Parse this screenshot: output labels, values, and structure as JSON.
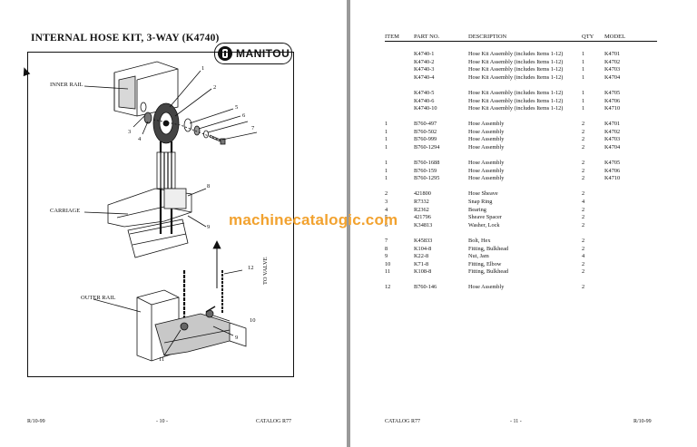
{
  "left_page": {
    "title": "INTERNAL HOSE KIT, 3-WAY (K4740)",
    "logo_text": "MANITOU",
    "labels": {
      "inner_rail": "INNER RAIL",
      "carriage": "CARRIAGE",
      "outer_rail": "OUTER RAIL",
      "to_valve": "TO VALVE"
    },
    "callouts": [
      "1",
      "2",
      "3",
      "4",
      "5",
      "6",
      "7",
      "8",
      "9",
      "12",
      "10",
      "9",
      "11"
    ],
    "footer": {
      "left": "R/10-99",
      "center": "- 10 -",
      "right": "CATALOG R77"
    }
  },
  "right_page": {
    "headers": {
      "item": "ITEM",
      "part_no": "PART NO.",
      "description": "DESCRIPTION",
      "qty": "QTY",
      "model": "MODEL"
    },
    "rows": [
      {
        "item": "",
        "part": "K4740-1",
        "desc": "Hose Kit Assembly (includes Items 1-12)",
        "qty": "1",
        "model": "K4701"
      },
      {
        "item": "",
        "part": "K4740-2",
        "desc": "Hose Kit Assembly (includes Items 1-12)",
        "qty": "1",
        "model": "K4702"
      },
      {
        "item": "",
        "part": "K4740-3",
        "desc": "Hose Kit Assembly (includes Items 1-12)",
        "qty": "1",
        "model": "K4703"
      },
      {
        "item": "",
        "part": "K4740-4",
        "desc": "Hose Kit Assembly (includes Items 1-12)",
        "qty": "1",
        "model": "K4704"
      },
      {
        "item": "",
        "part": "K4740-5",
        "desc": "Hose Kit Assembly (includes Items 1-12)",
        "qty": "1",
        "model": "K4705"
      },
      {
        "item": "",
        "part": "K4740-6",
        "desc": "Hose Kit Assembly (includes Items 1-12)",
        "qty": "1",
        "model": "K4706"
      },
      {
        "item": "",
        "part": "K4740-10",
        "desc": "Hose Kit Assembly (includes Items 1-12)",
        "qty": "1",
        "model": "K4710"
      },
      {
        "item": "1",
        "part": "B760-497",
        "desc": "Hose Assembly",
        "qty": "2",
        "model": "K4701"
      },
      {
        "item": "1",
        "part": "B760-502",
        "desc": "Hose Assembly",
        "qty": "2",
        "model": "K4702"
      },
      {
        "item": "1",
        "part": "B760-999",
        "desc": "Hose Assembly",
        "qty": "2",
        "model": "K4703"
      },
      {
        "item": "1",
        "part": "B760-1294",
        "desc": "Hose Assembly",
        "qty": "2",
        "model": "K4704"
      },
      {
        "item": "1",
        "part": "B760-1688",
        "desc": "Hose Assembly",
        "qty": "2",
        "model": "K4705"
      },
      {
        "item": "1",
        "part": "B760-159",
        "desc": "Hose Assembly",
        "qty": "2",
        "model": "K4706"
      },
      {
        "item": "1",
        "part": "B760-1295",
        "desc": "Hose Assembly",
        "qty": "2",
        "model": "K4710"
      },
      {
        "item": "2",
        "part": "421800",
        "desc": "Hose Sheave",
        "qty": "2",
        "model": ""
      },
      {
        "item": "3",
        "part": "R7332",
        "desc": "Snap Ring",
        "qty": "4",
        "model": ""
      },
      {
        "item": "4",
        "part": "R2362",
        "desc": "Bearing",
        "qty": "2",
        "model": ""
      },
      {
        "item": "5",
        "part": "421796",
        "desc": "Sheave Spacer",
        "qty": "2",
        "model": ""
      },
      {
        "item": "6",
        "part": "K34813",
        "desc": "Washer, Lock",
        "qty": "2",
        "model": ""
      },
      {
        "item": "7",
        "part": "K45833",
        "desc": "Bolt, Hex",
        "qty": "2",
        "model": ""
      },
      {
        "item": "8",
        "part": "K104-8",
        "desc": "Fitting, Bulkhead",
        "qty": "2",
        "model": ""
      },
      {
        "item": "9",
        "part": "K22-8",
        "desc": "Nut, Jam",
        "qty": "4",
        "model": ""
      },
      {
        "item": "10",
        "part": "K71-8",
        "desc": "Fitting, Elbow",
        "qty": "2",
        "model": ""
      },
      {
        "item": "11",
        "part": "K108-8",
        "desc": "Fitting, Bulkhead",
        "qty": "2",
        "model": ""
      },
      {
        "item": "12",
        "part": "B760-146",
        "desc": "Hose Assembly",
        "qty": "2",
        "model": ""
      }
    ],
    "footer": {
      "left": "CATALOG R77",
      "center": "- 11 -",
      "right": "R/10-99"
    }
  },
  "watermark": "machinecatalogic.com",
  "colors": {
    "watermark": "#f2a22f",
    "background": "#8c8c8c",
    "page": "#ffffff"
  }
}
